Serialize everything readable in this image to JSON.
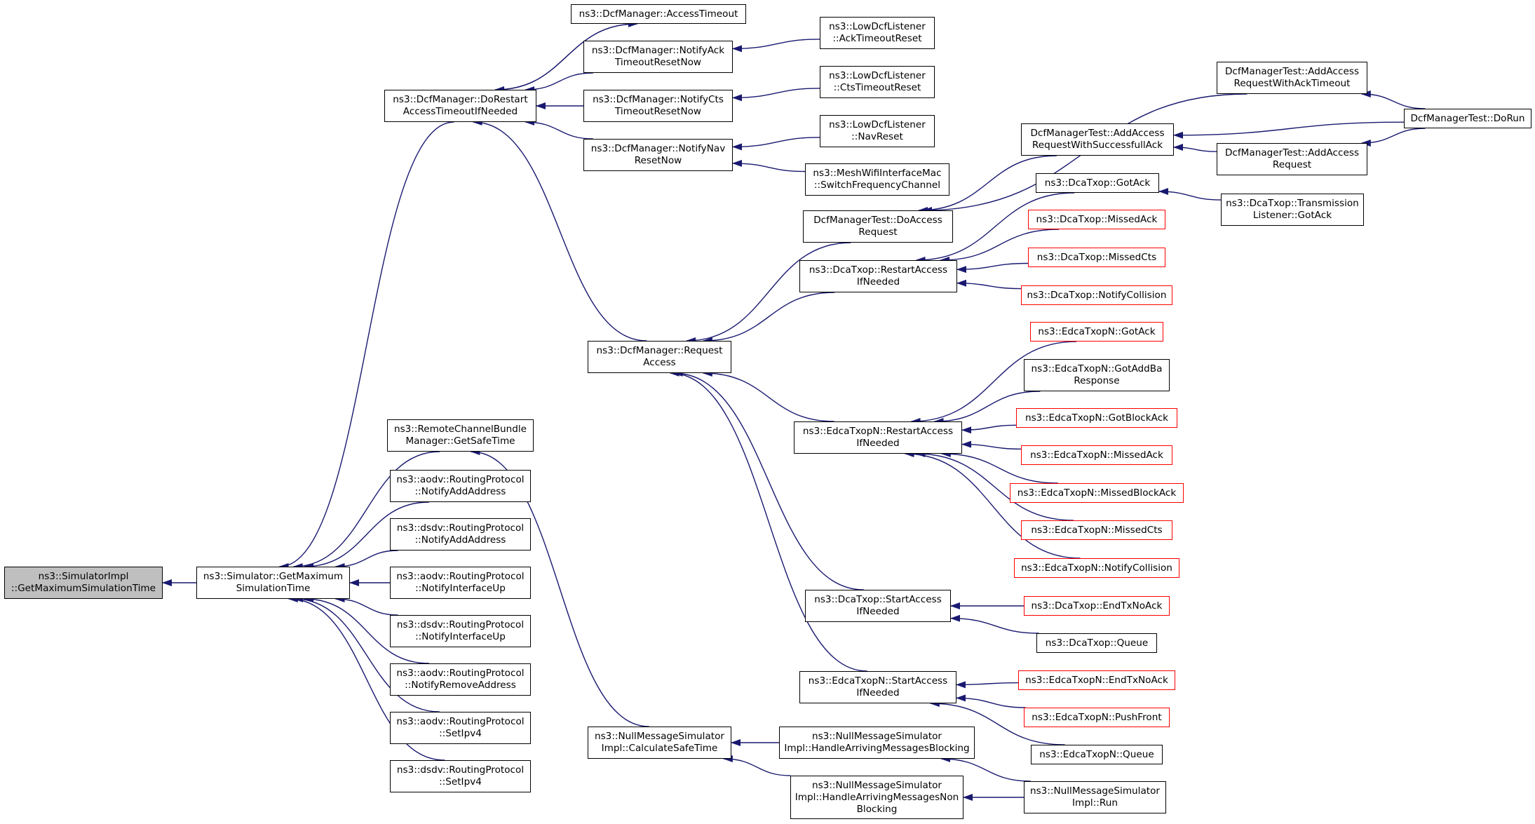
{
  "colors": {
    "edge": "#191970",
    "border": "#000000",
    "truncated_border": "#ff0000",
    "root_fill": "#bfbfbf",
    "background": "#ffffff"
  },
  "nodes": {
    "n1": {
      "lines": [
        "ns3::SimulatorImpl",
        "::GetMaximumSimulationTime"
      ],
      "style": "root"
    },
    "n2": {
      "lines": [
        "ns3::Simulator::GetMaximum",
        "SimulationTime"
      ],
      "style": "normal"
    },
    "n3": {
      "lines": [
        "ns3::DcfManager::DoRestart",
        "AccessTimeoutIfNeeded"
      ],
      "style": "normal"
    },
    "n4": {
      "lines": [
        "ns3::DcfManager::AccessTimeout"
      ],
      "style": "normal"
    },
    "n5": {
      "lines": [
        "ns3::DcfManager::NotifyAck",
        "TimeoutResetNow"
      ],
      "style": "normal"
    },
    "n6": {
      "lines": [
        "ns3::LowDcfListener",
        "::AckTimeoutReset"
      ],
      "style": "normal"
    },
    "n7": {
      "lines": [
        "ns3::DcfManager::NotifyCts",
        "TimeoutResetNow"
      ],
      "style": "normal"
    },
    "n8": {
      "lines": [
        "ns3::LowDcfListener",
        "::CtsTimeoutReset"
      ],
      "style": "normal"
    },
    "n9": {
      "lines": [
        "ns3::DcfManager::NotifyNav",
        "ResetNow"
      ],
      "style": "normal"
    },
    "n10": {
      "lines": [
        "ns3::LowDcfListener",
        "::NavReset"
      ],
      "style": "normal"
    },
    "n11": {
      "lines": [
        "ns3::MeshWifiInterfaceMac",
        "::SwitchFrequencyChannel"
      ],
      "style": "normal"
    },
    "n12": {
      "lines": [
        "ns3::DcfManager::Request",
        "Access"
      ],
      "style": "normal"
    },
    "n13": {
      "lines": [
        "DcfManagerTest::DoAccess",
        "Request"
      ],
      "style": "normal"
    },
    "n14": {
      "lines": [
        "DcfManagerTest::AddAccess",
        "RequestWithAckTimeout"
      ],
      "style": "normal"
    },
    "n15": {
      "lines": [
        "DcfManagerTest::DoRun"
      ],
      "style": "normal"
    },
    "n16": {
      "lines": [
        "DcfManagerTest::AddAccess",
        "RequestWithSuccessfullAck"
      ],
      "style": "normal"
    },
    "n17": {
      "lines": [
        "DcfManagerTest::AddAccess",
        "Request"
      ],
      "style": "normal"
    },
    "n18": {
      "lines": [
        "ns3::DcaTxop::RestartAccess",
        "IfNeeded"
      ],
      "style": "normal"
    },
    "n19": {
      "lines": [
        "ns3::DcaTxop::GotAck"
      ],
      "style": "normal"
    },
    "n20": {
      "lines": [
        "ns3::DcaTxop::Transmission",
        "Listener::GotAck"
      ],
      "style": "normal"
    },
    "n21": {
      "lines": [
        "ns3::DcaTxop::MissedAck"
      ],
      "style": "red"
    },
    "n22": {
      "lines": [
        "ns3::DcaTxop::MissedCts"
      ],
      "style": "red"
    },
    "n23": {
      "lines": [
        "ns3::DcaTxop::NotifyCollision"
      ],
      "style": "red"
    },
    "n24": {
      "lines": [
        "ns3::EdcaTxopN::RestartAccess",
        "IfNeeded"
      ],
      "style": "normal"
    },
    "n25": {
      "lines": [
        "ns3::EdcaTxopN::GotAck"
      ],
      "style": "red"
    },
    "n26": {
      "lines": [
        "ns3::EdcaTxopN::GotAddBa",
        "Response"
      ],
      "style": "normal"
    },
    "n27": {
      "lines": [
        "ns3::EdcaTxopN::GotBlockAck"
      ],
      "style": "red"
    },
    "n28": {
      "lines": [
        "ns3::EdcaTxopN::MissedAck"
      ],
      "style": "red"
    },
    "n29": {
      "lines": [
        "ns3::EdcaTxopN::MissedBlockAck"
      ],
      "style": "red"
    },
    "n30": {
      "lines": [
        "ns3::EdcaTxopN::MissedCts"
      ],
      "style": "red"
    },
    "n31": {
      "lines": [
        "ns3::EdcaTxopN::NotifyCollision"
      ],
      "style": "red"
    },
    "n32": {
      "lines": [
        "ns3::DcaTxop::StartAccess",
        "IfNeeded"
      ],
      "style": "normal"
    },
    "n33": {
      "lines": [
        "ns3::DcaTxop::EndTxNoAck"
      ],
      "style": "red"
    },
    "n34": {
      "lines": [
        "ns3::DcaTxop::Queue"
      ],
      "style": "normal"
    },
    "n35": {
      "lines": [
        "ns3::EdcaTxopN::StartAccess",
        "IfNeeded"
      ],
      "style": "normal"
    },
    "n36": {
      "lines": [
        "ns3::EdcaTxopN::EndTxNoAck"
      ],
      "style": "red"
    },
    "n37": {
      "lines": [
        "ns3::EdcaTxopN::PushFront"
      ],
      "style": "red"
    },
    "n38": {
      "lines": [
        "ns3::EdcaTxopN::Queue"
      ],
      "style": "normal"
    },
    "n39": {
      "lines": [
        "ns3::RemoteChannelBundle",
        "Manager::GetSafeTime"
      ],
      "style": "normal"
    },
    "n40": {
      "lines": [
        "ns3::NullMessageSimulator",
        "Impl::CalculateSafeTime"
      ],
      "style": "normal"
    },
    "n41": {
      "lines": [
        "ns3::NullMessageSimulator",
        "Impl::HandleArrivingMessagesBlocking"
      ],
      "style": "normal"
    },
    "n42": {
      "lines": [
        "ns3::NullMessageSimulator",
        "Impl::Run"
      ],
      "style": "normal"
    },
    "n43": {
      "lines": [
        "ns3::NullMessageSimulator",
        "Impl::HandleArrivingMessagesNon",
        "Blocking"
      ],
      "style": "normal"
    },
    "n44": {
      "lines": [
        "ns3::aodv::RoutingProtocol",
        "::NotifyAddAddress"
      ],
      "style": "normal"
    },
    "n45": {
      "lines": [
        "ns3::dsdv::RoutingProtocol",
        "::NotifyAddAddress"
      ],
      "style": "normal"
    },
    "n46": {
      "lines": [
        "ns3::aodv::RoutingProtocol",
        "::NotifyInterfaceUp"
      ],
      "style": "normal"
    },
    "n47": {
      "lines": [
        "ns3::dsdv::RoutingProtocol",
        "::NotifyInterfaceUp"
      ],
      "style": "normal"
    },
    "n48": {
      "lines": [
        "ns3::aodv::RoutingProtocol",
        "::NotifyRemoveAddress"
      ],
      "style": "normal"
    },
    "n49": {
      "lines": [
        "ns3::aodv::RoutingProtocol",
        "::SetIpv4"
      ],
      "style": "normal"
    },
    "n50": {
      "lines": [
        "ns3::dsdv::RoutingProtocol",
        "::SetIpv4"
      ],
      "style": "normal"
    }
  },
  "edges": [
    [
      "n1",
      "n2"
    ],
    [
      "n2",
      "n3"
    ],
    [
      "n2",
      "n39"
    ],
    [
      "n2",
      "n44"
    ],
    [
      "n2",
      "n45"
    ],
    [
      "n2",
      "n46"
    ],
    [
      "n2",
      "n47"
    ],
    [
      "n2",
      "n48"
    ],
    [
      "n2",
      "n49"
    ],
    [
      "n2",
      "n50"
    ],
    [
      "n3",
      "n4"
    ],
    [
      "n3",
      "n5"
    ],
    [
      "n3",
      "n7"
    ],
    [
      "n3",
      "n9"
    ],
    [
      "n3",
      "n12"
    ],
    [
      "n4",
      "n3"
    ],
    [
      "n5",
      "n6"
    ],
    [
      "n7",
      "n8"
    ],
    [
      "n9",
      "n10"
    ],
    [
      "n9",
      "n11"
    ],
    [
      "n12",
      "n13"
    ],
    [
      "n12",
      "n18"
    ],
    [
      "n12",
      "n24"
    ],
    [
      "n12",
      "n32"
    ],
    [
      "n12",
      "n35"
    ],
    [
      "n13",
      "n14"
    ],
    [
      "n13",
      "n16"
    ],
    [
      "n14",
      "n15"
    ],
    [
      "n16",
      "n15"
    ],
    [
      "n16",
      "n17"
    ],
    [
      "n17",
      "n15"
    ],
    [
      "n18",
      "n19"
    ],
    [
      "n18",
      "n21"
    ],
    [
      "n18",
      "n22"
    ],
    [
      "n18",
      "n23"
    ],
    [
      "n19",
      "n20"
    ],
    [
      "n24",
      "n25"
    ],
    [
      "n24",
      "n26"
    ],
    [
      "n24",
      "n27"
    ],
    [
      "n24",
      "n28"
    ],
    [
      "n24",
      "n29"
    ],
    [
      "n24",
      "n30"
    ],
    [
      "n24",
      "n31"
    ],
    [
      "n32",
      "n33"
    ],
    [
      "n32",
      "n34"
    ],
    [
      "n35",
      "n36"
    ],
    [
      "n35",
      "n37"
    ],
    [
      "n35",
      "n38"
    ],
    [
      "n39",
      "n40"
    ],
    [
      "n40",
      "n41"
    ],
    [
      "n40",
      "n43"
    ],
    [
      "n41",
      "n42"
    ],
    [
      "n43",
      "n42"
    ]
  ]
}
